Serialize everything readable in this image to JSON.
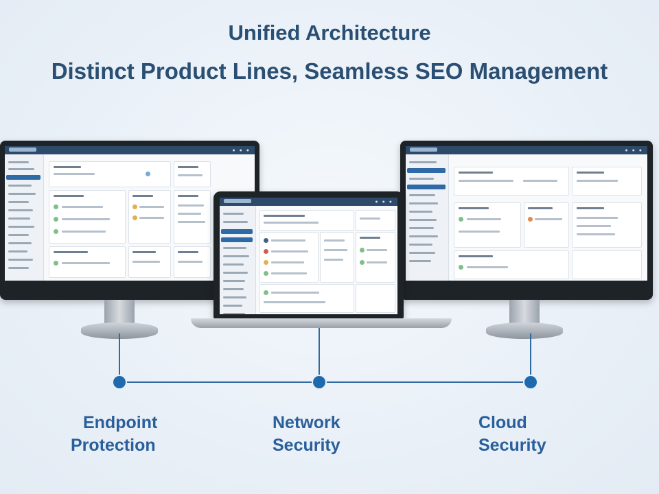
{
  "title": {
    "line1": "Unified Architecture",
    "line2": "Distinct Product Lines, Seamless SEO Management"
  },
  "products": [
    {
      "line1": "Endpoint",
      "line2": "Protection"
    },
    {
      "line1": "Network",
      "line2": "Security"
    },
    {
      "line1": "Cloud",
      "line2": "Security"
    }
  ],
  "colors": {
    "title": "#2a4f72",
    "connector": "#2f6aa3",
    "node": "#1f69ad",
    "label": "#2a5f9b"
  }
}
